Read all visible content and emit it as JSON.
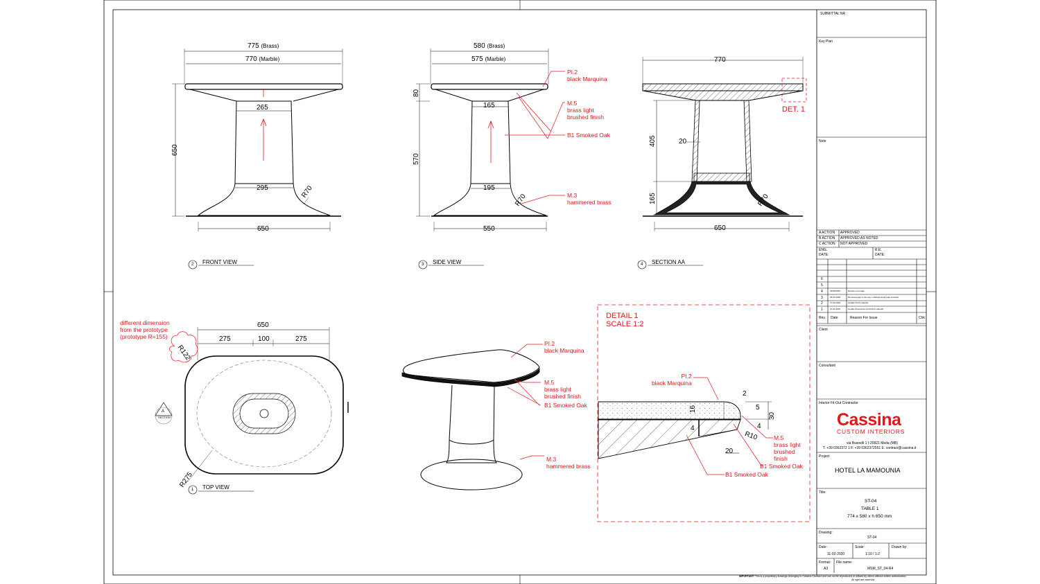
{
  "front_view": {
    "number": "2",
    "title": "FRONT VIEW",
    "dim_top_brass": "775",
    "brass_label": "(Brass)",
    "dim_top_marble": "770",
    "marble_label": "(Marble)",
    "dim_column_top": "265",
    "dim_column_bottom": "295",
    "dim_height": "650",
    "dim_foot": "650",
    "dim_radius": "R70"
  },
  "side_view": {
    "number": "3",
    "title": "SIDE VIEW",
    "dim_top_brass": "580",
    "brass_label": "(Brass)",
    "dim_top_marble": "575",
    "marble_label": "(Marble)",
    "dim_column_top": "165",
    "dim_column_bottom": "195",
    "dim_top_height": "80",
    "dim_column_height": "570",
    "dim_foot": "550",
    "dim_radius": "R70",
    "callouts": [
      {
        "code": "PI.2",
        "text": "black Marquina"
      },
      {
        "code": "M.5",
        "text": "brass light",
        "text2": "brushed finish"
      },
      {
        "text": "B1 Smoked Oak"
      },
      {
        "code": "M.3",
        "text": "hammered brass"
      }
    ]
  },
  "section_aa": {
    "number": "4",
    "title": "SECTION AA",
    "dim_top": "770",
    "dim_column_height": "405",
    "dim_foot_height": "165",
    "dim_wall": "20",
    "dim_foot": "650",
    "dim_radius": "R70",
    "detail_ref": "DET. 1"
  },
  "top_view": {
    "number": "1",
    "title": "TOP VIEW",
    "note_line1": "different dimension",
    "note_line2": "from the prototype",
    "note_line3": "(prototype R=155)",
    "dim_total": "650",
    "dim_left": "275",
    "dim_mid": "100",
    "dim_right": "275",
    "dim_corner_radius": "R122",
    "dim_large_radius": "R275",
    "section_marker": "A",
    "section_marker_label": "SECTION"
  },
  "axonometric": {
    "callouts": [
      {
        "code": "PI.2",
        "text": "black Marquina"
      },
      {
        "code": "M.5",
        "text": "brass light",
        "text2": "brushed finish"
      },
      {
        "text": "B1 Smoked Oak"
      },
      {
        "code": "M.3",
        "text": "hammered brass"
      }
    ]
  },
  "detail": {
    "title": "DETAIL 1",
    "scale": "SCALE 1:2",
    "callouts": [
      {
        "code": "PI.2",
        "text": "black Marquina"
      },
      {
        "code": "M.5",
        "text": "brass light",
        "text2": "brushed",
        "text3": "finish"
      },
      {
        "text": "B1 Smoked Oak"
      },
      {
        "text": "B1 Smoked Oak"
      }
    ],
    "dim_2": "2",
    "dim_5": "5",
    "dim_30": "30",
    "dim_16": "16",
    "dim_4_left": "4",
    "dim_4_right": "4",
    "dim_r10": "R10",
    "dim_20": "20"
  },
  "title_block": {
    "submittal": "SUBMITTAL NR",
    "key_plan": "Key Plan",
    "note": "Note",
    "actions": [
      {
        "code": "A  ACTION",
        "status": "APPROVED"
      },
      {
        "code": "B  ACTION",
        "status": "APPROVED  AS  NOTED"
      },
      {
        "code": "C  ACTION",
        "status": "NOT  APPROVED"
      }
    ],
    "eng": "ENG.",
    "re": "R.E.",
    "date_label": "DATE:",
    "revisions": [
      {
        "rev": "6"
      },
      {
        "rev": "5"
      },
      {
        "rev": "4",
        "date": "22/05/2020",
        "reason": "Revision top edge"
      },
      {
        "rev": "3",
        "date": "26-03-2020",
        "reason": "Removed gap on the top + defined wood (oak smoked)"
      },
      {
        "rev": "2",
        "date": "17-02-2020",
        "reason": "Update finish material"
      },
      {
        "rev": "1",
        "date": "11-02-2020",
        "reason": "Update dimensions and finish material"
      }
    ],
    "rev_cols": [
      "Rev.",
      "Date",
      "Reason For  Issue",
      "Chk"
    ],
    "client": "Client",
    "consultant": "Consultant",
    "contractor": "Interior Fit-Out Contractor",
    "logo_name": "Cassina",
    "logo_tagline": "CUSTOM INTERIORS",
    "address": "via Busnelli 1 I-20821 Meda (MB)",
    "contacts": "T. +39 0362372 1 F. +39 0362372551 E. contract@cassina.it",
    "project_label": "Project",
    "project": "HOTEL LA MAMOUNIA",
    "title_label": "Title:",
    "drawing_code": "ST-04",
    "drawing_title": "TABLE 1",
    "drawing_size": "774 x 580 x h 650 mm",
    "drawing_label": "Drawing:",
    "drawing_value": "ST-04",
    "date_field_label": "Date:",
    "date_value": "11-02-2020",
    "scale_label": "Scale:",
    "scale_value": "1:10 / 1:2",
    "drawn_by_label": "Drawn by:",
    "format_label": "Format:",
    "format_value": "A3",
    "file_label": "File name:",
    "file_value": "MSM_ST_04-R4",
    "notice_bold": "IMPORTANT:",
    "notice": "This is a proprietary drawings belonging to Cassina Contract and can not be reproduced or utilized by others without written authorization.",
    "notice2": "All right are reserved."
  }
}
